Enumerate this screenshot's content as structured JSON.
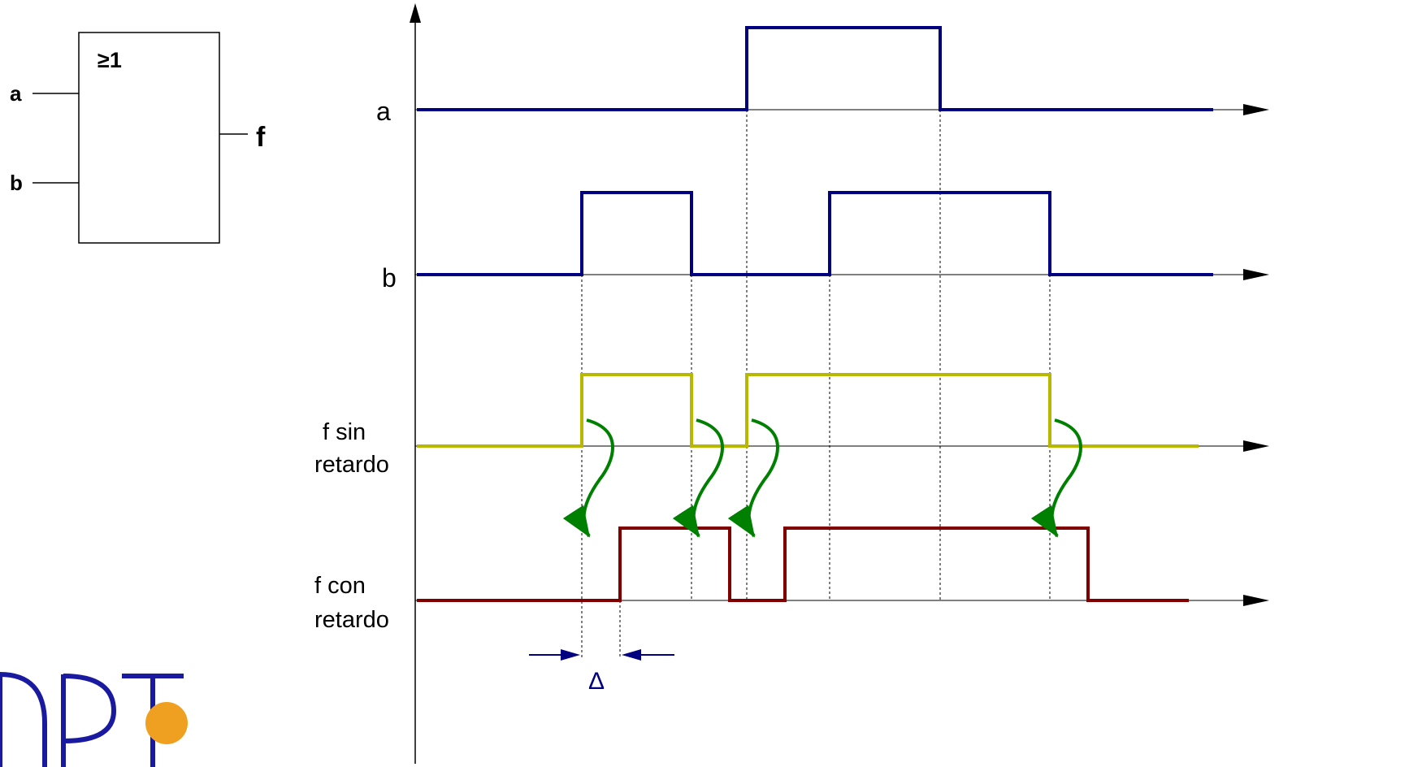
{
  "gate": {
    "symbol": "≥1",
    "input_a": "a",
    "input_b": "b",
    "output": "f"
  },
  "timing": {
    "label_a": "a",
    "label_b": "b",
    "label_f_sin_1": "f sin",
    "label_f_sin_2": "retardo",
    "label_f_con_1": "f con",
    "label_f_con_2": "retardo",
    "delay_symbol": "Δ"
  },
  "colors": {
    "inputs": "#000080",
    "f_sin_retardo": "#b8b800",
    "f_con_retardo": "#800000",
    "arrows": "#008000",
    "logo": "#1a1aa0",
    "logo_accent": "#f0a020"
  }
}
